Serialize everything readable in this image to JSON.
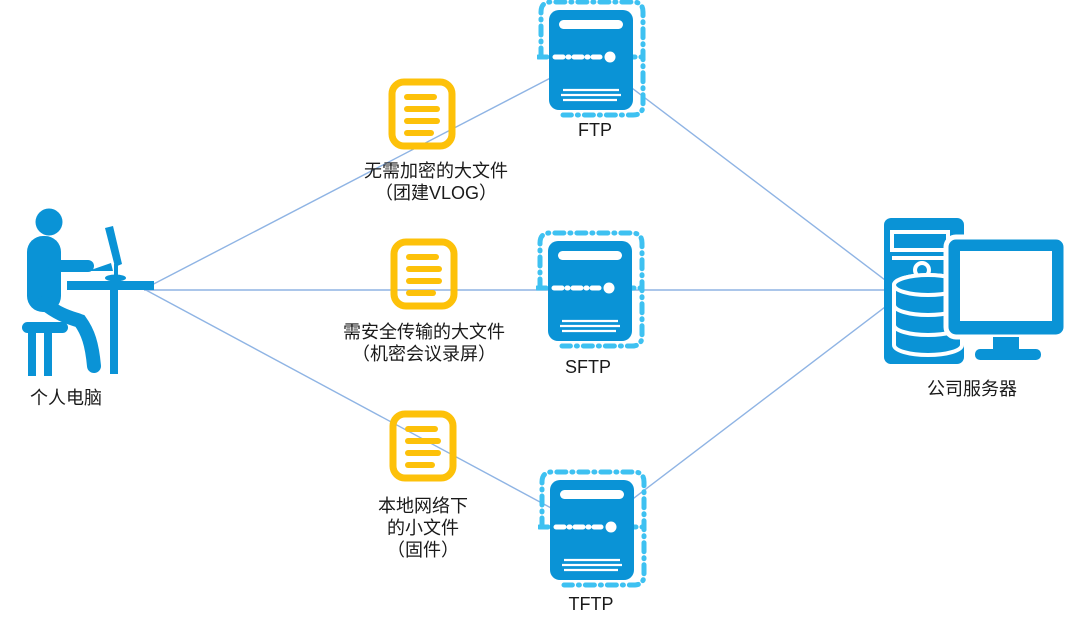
{
  "nodes": {
    "client": {
      "label": "个人电脑"
    },
    "ftp": {
      "label": "FTP"
    },
    "sftp": {
      "label": "SFTP"
    },
    "tftp": {
      "label": "TFTP"
    },
    "company": {
      "label": "公司服务器"
    }
  },
  "captions": {
    "ftp": [
      "无需加密的大文件",
      "（团建VLOG）"
    ],
    "sftp": [
      "需安全传输的大文件",
      "（机密会议录屏）"
    ],
    "tftp": [
      "本地网络下",
      "的小文件",
      "（固件）"
    ]
  },
  "icons": {
    "client": "person-at-desk-icon",
    "transfer": "document-icon",
    "protocol": "server-icon",
    "company": "company-server-icon"
  },
  "colors": {
    "icon_blue": "#0a93d6",
    "dashed_highlight_blue": "#3ec1f1",
    "document_yellow": "#fdc109",
    "connector_line_blue": "#8fb4e4",
    "text": "#1a1a1a",
    "background": "#ffffff"
  }
}
